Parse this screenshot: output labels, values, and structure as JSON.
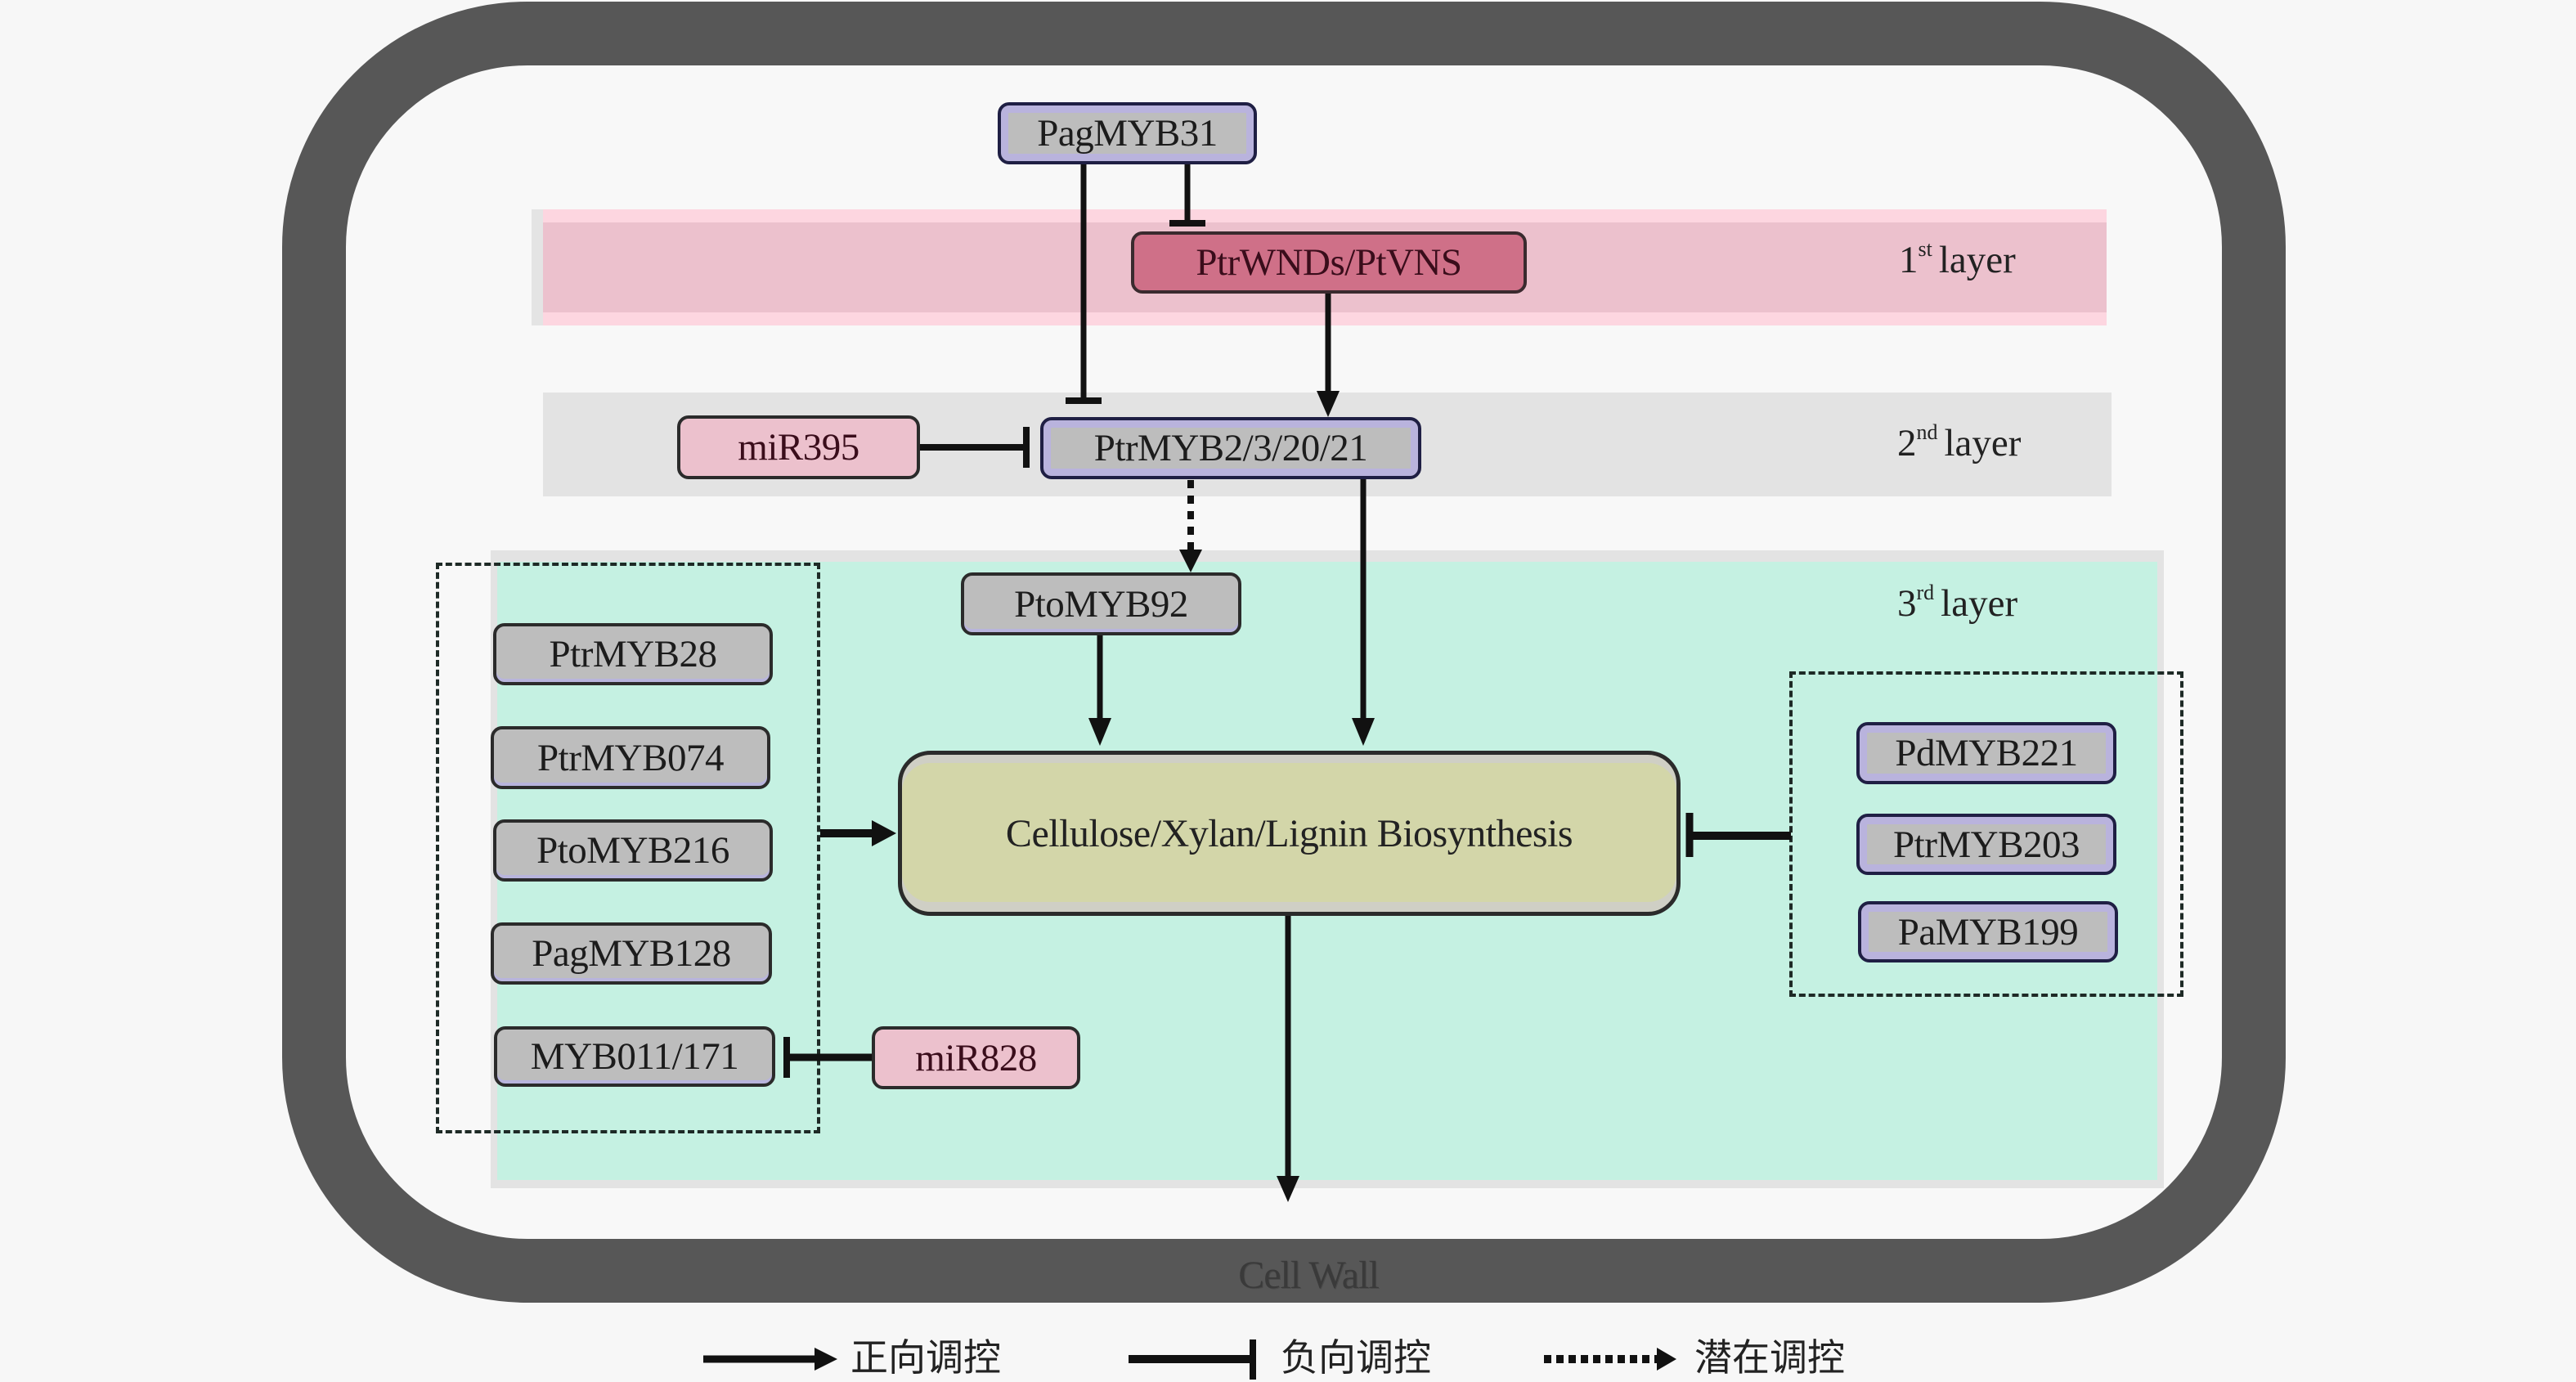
{
  "diagram": {
    "container_label": "Cell Wall",
    "layers": [
      {
        "id": "layer-1",
        "ordinal": "1",
        "suffix": "st",
        "word": "layer",
        "color": "#ecc1cd"
      },
      {
        "id": "layer-2",
        "ordinal": "2",
        "suffix": "nd",
        "word": "layer",
        "color": "#e3e3e3"
      },
      {
        "id": "layer-3",
        "ordinal": "3",
        "suffix": "rd",
        "word": "layer",
        "color": "#c5f1e2"
      }
    ],
    "nodes": {
      "pagmyb31": "PagMYB31",
      "ptrwnds": "PtrWNDs/PtVNS",
      "mir395": "miR395",
      "ptrmyb2": "PtrMYB2/3/20/21",
      "ptomyb92": "PtoMYB92",
      "biosynthesis": "Cellulose/Xylan/Lignin Biosynthesis",
      "left_group": [
        "PtrMYB28",
        "PtrMYB074",
        "PtoMYB216",
        "PagMYB128",
        "MYB011/171"
      ],
      "mir828": "miR828",
      "right_group": [
        "PdMYB221",
        "PtrMYB203",
        "PaMYB199"
      ]
    },
    "edges": [
      {
        "from": "PagMYB31",
        "to": "PtrWNDs/PtVNS",
        "type": "negative"
      },
      {
        "from": "PagMYB31",
        "to": "PtrMYB2/3/20/21",
        "type": "negative"
      },
      {
        "from": "PtrWNDs/PtVNS",
        "to": "PtrMYB2/3/20/21",
        "type": "positive"
      },
      {
        "from": "miR395",
        "to": "PtrMYB2/3/20/21",
        "type": "negative"
      },
      {
        "from": "PtrMYB2/3/20/21",
        "to": "PtoMYB92",
        "type": "potential"
      },
      {
        "from": "PtrMYB2/3/20/21",
        "to": "Cellulose/Xylan/Lignin Biosynthesis",
        "type": "positive"
      },
      {
        "from": "PtoMYB92",
        "to": "Cellulose/Xylan/Lignin Biosynthesis",
        "type": "positive"
      },
      {
        "from": "left_group",
        "to": "Cellulose/Xylan/Lignin Biosynthesis",
        "type": "positive"
      },
      {
        "from": "miR828",
        "to": "MYB011/171",
        "type": "negative"
      },
      {
        "from": "right_group",
        "to": "Cellulose/Xylan/Lignin Biosynthesis",
        "type": "negative"
      },
      {
        "from": "Cellulose/Xylan/Lignin Biosynthesis",
        "to": "Cell Wall",
        "type": "positive"
      }
    ],
    "colors": {
      "cell_wall": "#575757",
      "tf_node": "#bdbdbd",
      "mirna_node": "#ecc1cd",
      "first_layer_node": "#cf7088",
      "biosynthesis_node": "#d3d6a9"
    }
  },
  "legend": [
    {
      "type": "positive",
      "label": "正向调控"
    },
    {
      "type": "negative",
      "label": "负向调控"
    },
    {
      "type": "potential",
      "label": "潜在调控"
    }
  ]
}
